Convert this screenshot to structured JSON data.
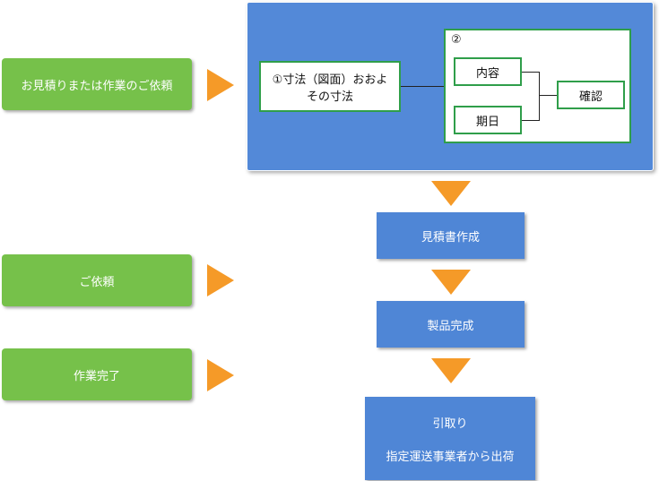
{
  "left_steps": [
    {
      "label": "お見積りまたは作業のご依頼"
    },
    {
      "label": "ご依頼"
    },
    {
      "label": "作業完了"
    }
  ],
  "panel": {
    "size_box": {
      "line1": "①寸法（図面）おおよ",
      "line2": "その寸法"
    },
    "group_label": "②",
    "content_box": "内容",
    "date_box": "期日",
    "confirm_box": "確認"
  },
  "flow": {
    "estimate": "見積書作成",
    "completion": "製品完成",
    "pickup_line1": "引取り",
    "pickup_line2": "指定運送事業者から出荷"
  },
  "colors": {
    "green": "#76c14a",
    "blue": "#4f86d6",
    "orange": "#f59a28",
    "box_border": "#2f9e4a"
  }
}
